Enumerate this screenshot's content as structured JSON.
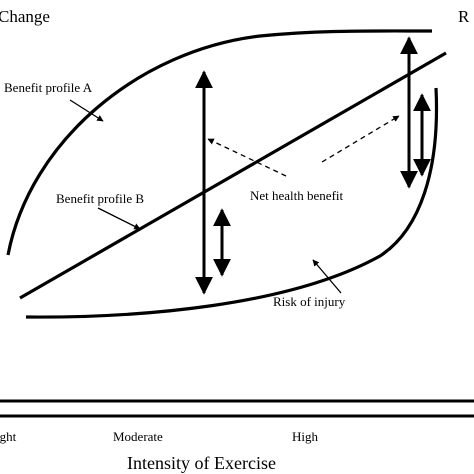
{
  "labels": {
    "y_axis_left_fragment": "Change",
    "y_axis_right_fragment": "R",
    "benefit_profile_a": "Benefit profile A",
    "benefit_profile_b": "Benefit profile B",
    "net_health_benefit": "Net health benefit",
    "risk_of_injury": "Risk of injury"
  },
  "x_axis": {
    "ticks": [
      "ight",
      "Moderate",
      "High"
    ],
    "title": "Intensity of Exercise"
  }
}
